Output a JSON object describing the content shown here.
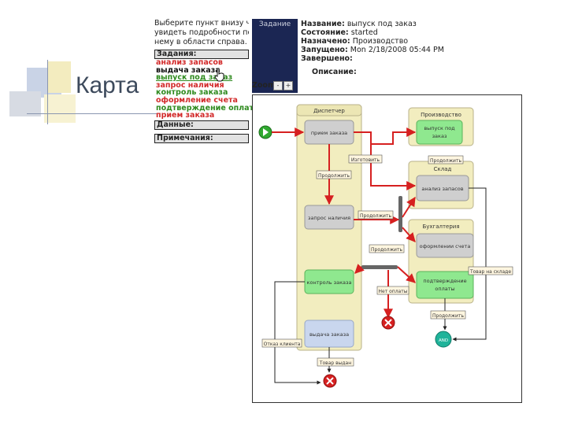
{
  "slide": {
    "title": "Карта"
  },
  "left_panel": {
    "intro": [
      "Выберите пункт внизу чтобы",
      "увидеть подробности по",
      "нему в области справа."
    ],
    "tasks_header": "Задания:",
    "tasks": [
      {
        "label": "анализ запасов",
        "color": "red"
      },
      {
        "label": "выдача заказа",
        "color": "black"
      },
      {
        "label": "выпуск под заказ",
        "color": "link"
      },
      {
        "label": "запрос наличия",
        "color": "red"
      },
      {
        "label": "контроль заказа",
        "color": "green"
      },
      {
        "label": "оформление счета",
        "color": "red"
      },
      {
        "label": "подтверждение оплаты",
        "color": "green"
      },
      {
        "label": "прием заказа",
        "color": "red"
      }
    ],
    "data_header": "Данные:",
    "notes_header": "Примечания:"
  },
  "task_box": {
    "label": "Задание"
  },
  "details": {
    "name_label": "Название:",
    "name_value": "выпуск под заказ",
    "state_label": "Состояние:",
    "state_value": "started",
    "assigned_label": "Назначено:",
    "assigned_value": "Производство",
    "started_label": "Запущено:",
    "started_value": "Mon 2/18/2008 05:44 PM",
    "finished_label": "Завершено:",
    "finished_value": "",
    "description_label": "Описание:",
    "description_value": ""
  },
  "zoom": {
    "label": "Zoom",
    "minus": "-",
    "plus": "+"
  },
  "diagram": {
    "lanes": {
      "dispatcher": "Диспетчер",
      "production": "Производство",
      "warehouse": "Склад",
      "accounting": "Бухгалтерия"
    },
    "tasks": {
      "accept_order": "прием заказа",
      "availability_request": "запрос наличия",
      "order_control": "контроль заказа",
      "order_issue": "выдача заказа",
      "make_to_order": [
        "выпуск под",
        "заказ"
      ],
      "stock_analysis": "анализ запасов",
      "invoice": "оформлении счета",
      "payment_confirm": [
        "подтверждение",
        "оплаты"
      ],
      "and_gateway": "AND"
    },
    "labels": {
      "continue": "Продолжить",
      "manufacture": "Изготовить",
      "no_payment": "Нет оплаты",
      "in_stock": "Товар на складе",
      "client_refusal": "Отказ клиента",
      "issued": "Товар выдан"
    }
  }
}
